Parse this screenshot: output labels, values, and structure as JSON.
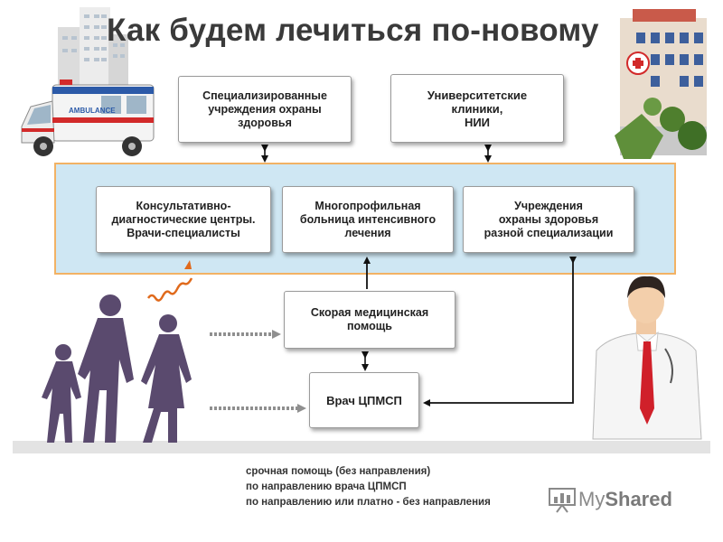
{
  "title": "Как будем лечиться по-новому",
  "nodes": {
    "specialized": "Специализированные\nучреждения охраны\nздоровья",
    "university": "Университетские\nклиники,\nНИИ",
    "consult": "Консультативно-\nдиагностические центры.\nВрачи-специалисты",
    "multi": "Многопрофильная\nбольница интенсивного\nлечения",
    "various": "Учреждения\nохраны здоровья\nразной специализации",
    "ambulance": "Скорая медицинская\nпомощь",
    "doctor": "Врач ЦПМСП"
  },
  "ambulance_vehicle_text": "AMBULANCE",
  "legend": [
    {
      "text": "срочная помощь (без направления)",
      "style": "gray-arrow"
    },
    {
      "text": "по направлению врача ЦПМСП",
      "style": "black-arrow"
    },
    {
      "text": "по направлению или платно - без направления",
      "style": "orange-wavy"
    }
  ],
  "colors": {
    "band_fill": "#cfe7f3",
    "band_border": "#f2b264",
    "silhouette": "#5a4a6e",
    "orange": "#e06a1c",
    "gray_arrow": "#999999",
    "tie": "#d0202a"
  },
  "watermark": {
    "brand_a": "My",
    "brand_b": "Shared"
  }
}
